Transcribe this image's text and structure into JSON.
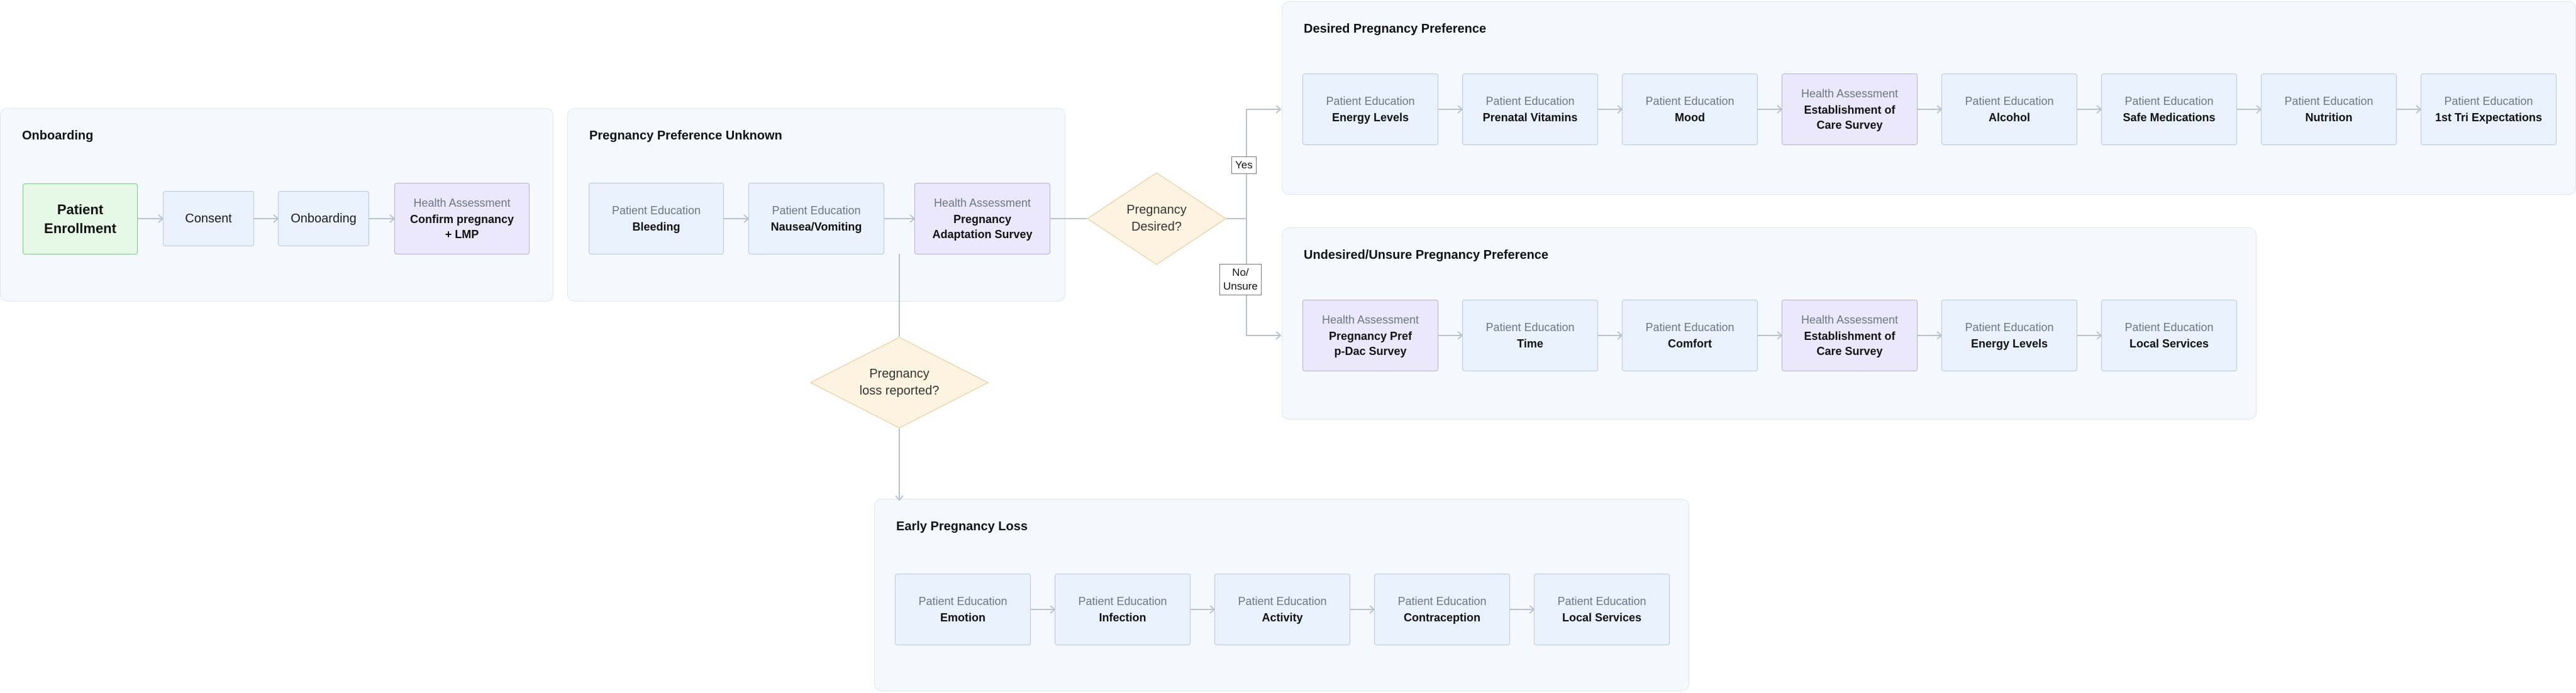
{
  "panels": {
    "onboarding": {
      "title": "Onboarding"
    },
    "unknown": {
      "title": "Pregnancy Preference Unknown"
    },
    "desired": {
      "title": "Desired Pregnancy Preference"
    },
    "undesired": {
      "title": "Undesired/Unsure Pregnancy Preference"
    },
    "loss": {
      "title": "Early Pregnancy Loss"
    }
  },
  "nodes": {
    "enrollment": {
      "title": "Patient\nEnrollment"
    },
    "consent": {
      "label": "Consent"
    },
    "onboarding_step": {
      "label": "Onboarding"
    },
    "confirm": {
      "category": "Health Assessment",
      "title": "Confirm pregnancy\n+ LMP"
    },
    "bleeding": {
      "category": "Patient Education",
      "title": "Bleeding"
    },
    "nausea": {
      "category": "Patient Education",
      "title": "Nausea/Vomiting"
    },
    "adaptation": {
      "category": "Health Assessment",
      "title": "Pregnancy\nAdaptation Survey"
    },
    "d_energy": {
      "category": "Patient Education",
      "title": "Energy Levels"
    },
    "d_vitamins": {
      "category": "Patient Education",
      "title": "Prenatal Vitamins"
    },
    "d_mood": {
      "category": "Patient Education",
      "title": "Mood"
    },
    "d_care": {
      "category": "Health Assessment",
      "title": "Establishment of\nCare Survey"
    },
    "d_alcohol": {
      "category": "Patient Education",
      "title": "Alcohol"
    },
    "d_meds": {
      "category": "Patient Education",
      "title": "Safe Medications"
    },
    "d_nutrition": {
      "category": "Patient Education",
      "title": "Nutrition"
    },
    "d_expect": {
      "category": "Patient Education",
      "title": "1st Tri Expectations"
    },
    "u_pdac": {
      "category": "Health Assessment",
      "title": "Pregnancy Pref\np-Dac Survey"
    },
    "u_time": {
      "category": "Patient Education",
      "title": "Time"
    },
    "u_comfort": {
      "category": "Patient Education",
      "title": "Comfort"
    },
    "u_care": {
      "category": "Health Assessment",
      "title": "Establishment of\nCare Survey"
    },
    "u_energy": {
      "category": "Patient Education",
      "title": "Energy Levels"
    },
    "u_local": {
      "category": "Patient Education",
      "title": "Local Services"
    },
    "l_emotion": {
      "category": "Patient Education",
      "title": "Emotion"
    },
    "l_infection": {
      "category": "Patient Education",
      "title": "Infection"
    },
    "l_activity": {
      "category": "Patient Education",
      "title": "Activity"
    },
    "l_contra": {
      "category": "Patient Education",
      "title": "Contraception"
    },
    "l_local": {
      "category": "Patient Education",
      "title": "Local Services"
    }
  },
  "decisions": {
    "desired": {
      "label": "Pregnancy\nDesired?"
    },
    "loss": {
      "label": "Pregnancy\nloss reported?"
    }
  },
  "edge_labels": {
    "yes": "Yes",
    "no": "No/\nUnsure"
  },
  "colors": {
    "education_fill": "#e9f1fc",
    "assessment_fill": "#ebe8fb",
    "start_fill": "#e6f9e6",
    "decision_fill": "#fdf3e1",
    "connector": "#b8c2cc"
  }
}
